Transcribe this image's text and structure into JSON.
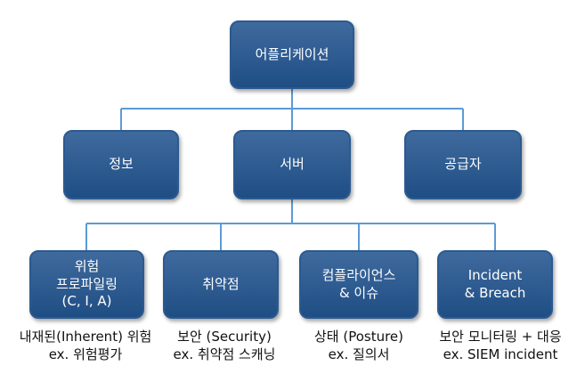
{
  "root": {
    "label": "어플리케이션"
  },
  "level2": [
    {
      "label": "정보"
    },
    {
      "label": "서버"
    },
    {
      "label": "공급자"
    }
  ],
  "level3": [
    {
      "lines": [
        "위험",
        "프로파일링",
        "(C, I, A)"
      ]
    },
    {
      "lines": [
        "취약점"
      ]
    },
    {
      "lines": [
        "컴플라이언스",
        "& 이슈"
      ]
    },
    {
      "lines": [
        "Incident",
        "& Breach"
      ]
    }
  ],
  "captions": [
    {
      "line1": "내재된(Inherent) 위험",
      "line2": "ex. 위험평가"
    },
    {
      "line1": "보안 (Security)",
      "line2": "ex. 취약점 스캐닝"
    },
    {
      "line1": "상태 (Posture)",
      "line2": "ex. 질의서"
    },
    {
      "line1": "보안 모니터링 + 대응",
      "line2": "ex. SIEM incident"
    }
  ],
  "colors": {
    "box_fill": "#2e5c93",
    "box_border": "#2b5a91",
    "connector": "#5b9bd5",
    "text_on_box": "#ffffff"
  }
}
